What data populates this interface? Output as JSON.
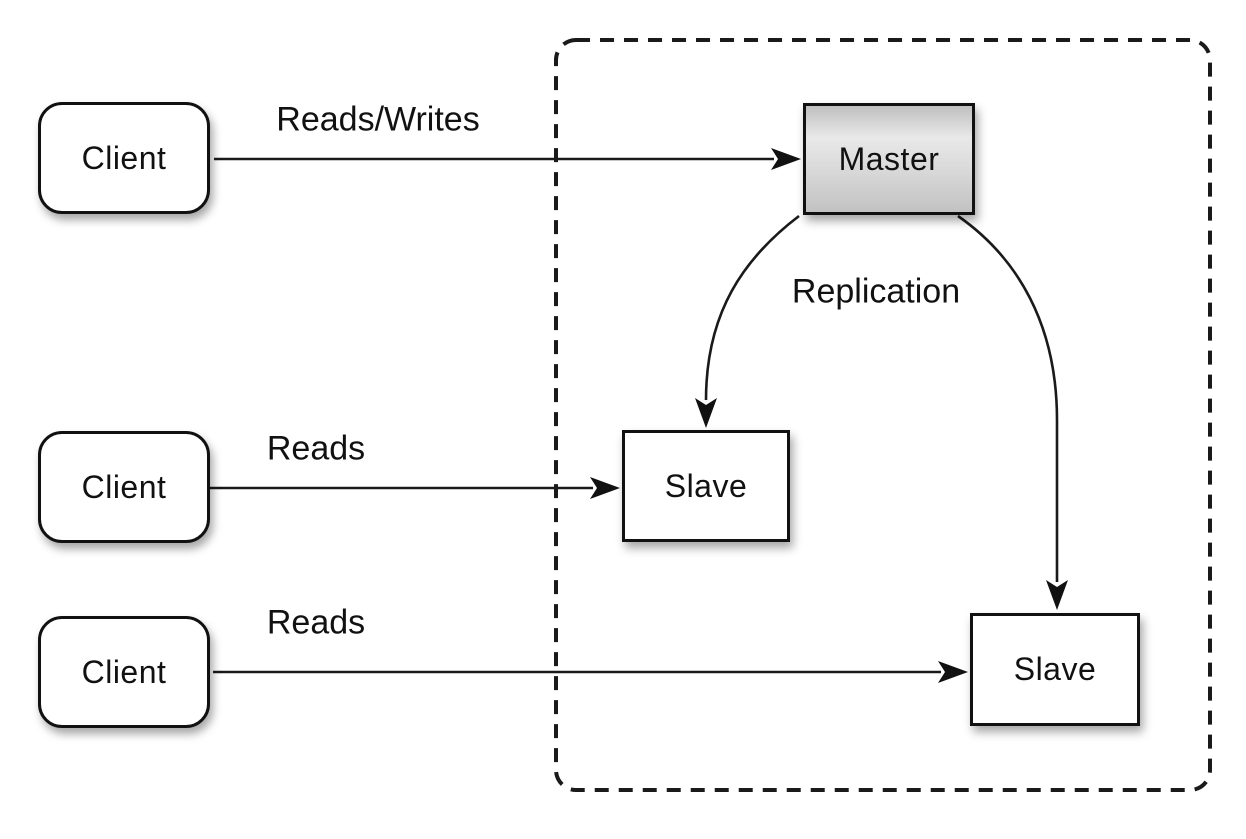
{
  "nodes": {
    "clients": [
      {
        "label": "Client"
      },
      {
        "label": "Client"
      },
      {
        "label": "Client"
      }
    ],
    "master": {
      "label": "Master"
    },
    "slaves": [
      {
        "label": "Slave"
      },
      {
        "label": "Slave"
      }
    ]
  },
  "edges": {
    "client1_to_master": {
      "label": "Reads/Writes"
    },
    "client2_to_slave1": {
      "label": "Reads"
    },
    "client3_to_slave2": {
      "label": "Reads"
    },
    "master_to_slaves": {
      "label": "Replication"
    }
  },
  "colors": {
    "background": "#ffffff",
    "stroke": "#1a1a1a",
    "node_fill": "#ffffff",
    "master_gradient_top": "#bfbfbf",
    "master_gradient_light": "#e9e9e9",
    "master_gradient_bottom": "#c2c2c2",
    "text": "#111111"
  }
}
